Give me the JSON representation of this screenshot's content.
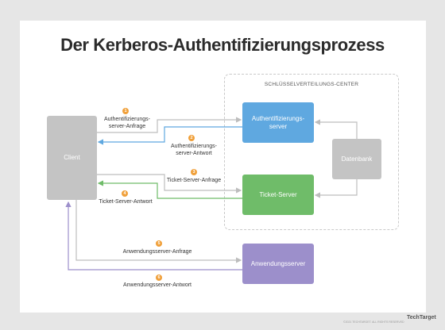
{
  "title": "Der Kerberos-Authentifizierungsprozess",
  "kdc": {
    "label": "SCHLÜSSELVERTEILUNGS-CENTER"
  },
  "nodes": {
    "client": "Client",
    "auth_server": "Authentifizierungs-server",
    "ticket_server": "Ticket-Server",
    "database": "Datenbank",
    "app_server": "Anwendungsserver"
  },
  "steps": [
    {
      "number": "1",
      "line1": "Authentifizierungs-",
      "line2": "server-Anfrage"
    },
    {
      "number": "2",
      "line1": "Authentifizierungs-",
      "line2": "server-Antwort"
    },
    {
      "number": "3",
      "line1": "Ticket-Server-Anfrage"
    },
    {
      "number": "4",
      "line1": "Ticket-Server-Antwort"
    },
    {
      "number": "5",
      "line1": "Anwendungsserver-Anfrage"
    },
    {
      "number": "6",
      "line1": "Anwendungsserver-Antwort"
    }
  ],
  "colors": {
    "auth": "#5fa8e0",
    "ticket": "#6fbc69",
    "app": "#9c8fcb",
    "neutral": "#c4c4c4",
    "badge": "#f0a03a"
  },
  "footer": {
    "copyright": "©2021 TECHTARGET. ALL RIGHTS RESERVED",
    "logo": "TechTarget"
  }
}
